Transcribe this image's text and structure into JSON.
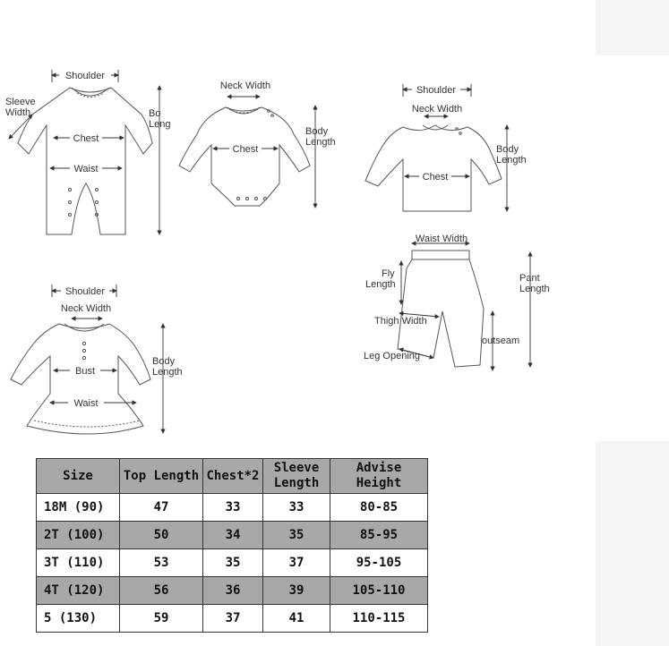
{
  "diagrams": {
    "romper": {
      "shoulder": "Shoulder",
      "sleeve_line1": "Sleeve",
      "sleeve_line2": "Width",
      "body_line1": "Bo",
      "body_line2": "Leng",
      "chest": "Chest",
      "waist": "Waist"
    },
    "bodysuit": {
      "neck_width": "Neck Width",
      "body_line1": "Body",
      "body_line2": "Length",
      "chest": "Chest"
    },
    "shirt": {
      "shoulder": "Shoulder",
      "neck_width": "Neck Width",
      "body_line1": "Body",
      "body_line2": "Length",
      "chest": "Chest"
    },
    "pants": {
      "waist_width": "Waist Width",
      "fly_line1": "Fly",
      "fly_line2": "Length",
      "pant_line1": "Pant",
      "pant_line2": "Length",
      "thigh_width": "Thigh Width",
      "outseam": "outseam",
      "leg_opening": "Leg Opening"
    },
    "dress": {
      "shoulder": "Shoulder",
      "neck_width": "Neck Width",
      "body_line1": "Body",
      "body_line2": "Length",
      "bust": "Bust",
      "waist": "Waist"
    }
  },
  "size_table": {
    "headers": [
      {
        "line1": "Size",
        "line2": ""
      },
      {
        "line1": "Top Length",
        "line2": ""
      },
      {
        "line1": "Chest*2",
        "line2": ""
      },
      {
        "line1": "Sleeve",
        "line2": "Length"
      },
      {
        "line1": "Advise",
        "line2": "Height"
      }
    ],
    "rows": [
      [
        "18M (90)",
        "47",
        "33",
        "33",
        "80-85"
      ],
      [
        "2T (100)",
        "50",
        "34",
        "35",
        "85-95"
      ],
      [
        "3T (110)",
        "53",
        "35",
        "37",
        "95-105"
      ],
      [
        "4T (120)",
        "56",
        "36",
        "39",
        "105-110"
      ],
      [
        "5 (130)",
        "59",
        "37",
        "41",
        "110-115"
      ]
    ]
  }
}
